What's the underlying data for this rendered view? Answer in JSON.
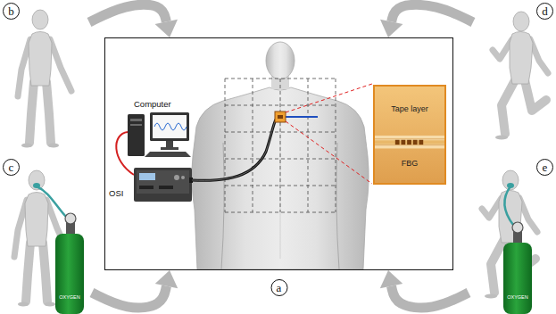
{
  "diagram": {
    "nodes": [
      {
        "text": [
          "b"
        ]
      },
      {
        "text": [
          "d"
        ]
      },
      {
        "text": [
          "a"
        ]
      },
      {
        "text": [
          "Tape layer",
          "FBG"
        ],
        "in": 2
      },
      {
        "text": [
          "c"
        ]
      },
      {
        "text": [
          "e"
        ]
      }
    ],
    "edges": [
      {
        "from": 0,
        "to": 2,
        "arrow": "to"
      },
      {
        "from": 1,
        "to": 2,
        "arrow": "to"
      },
      {
        "from": 4,
        "to": 2,
        "arrow": "to"
      },
      {
        "from": 5,
        "to": 2,
        "arrow": "to"
      }
    ],
    "labels": [
      "Computer",
      "OSI",
      "OXYGEN",
      "OXYGEN"
    ]
  }
}
